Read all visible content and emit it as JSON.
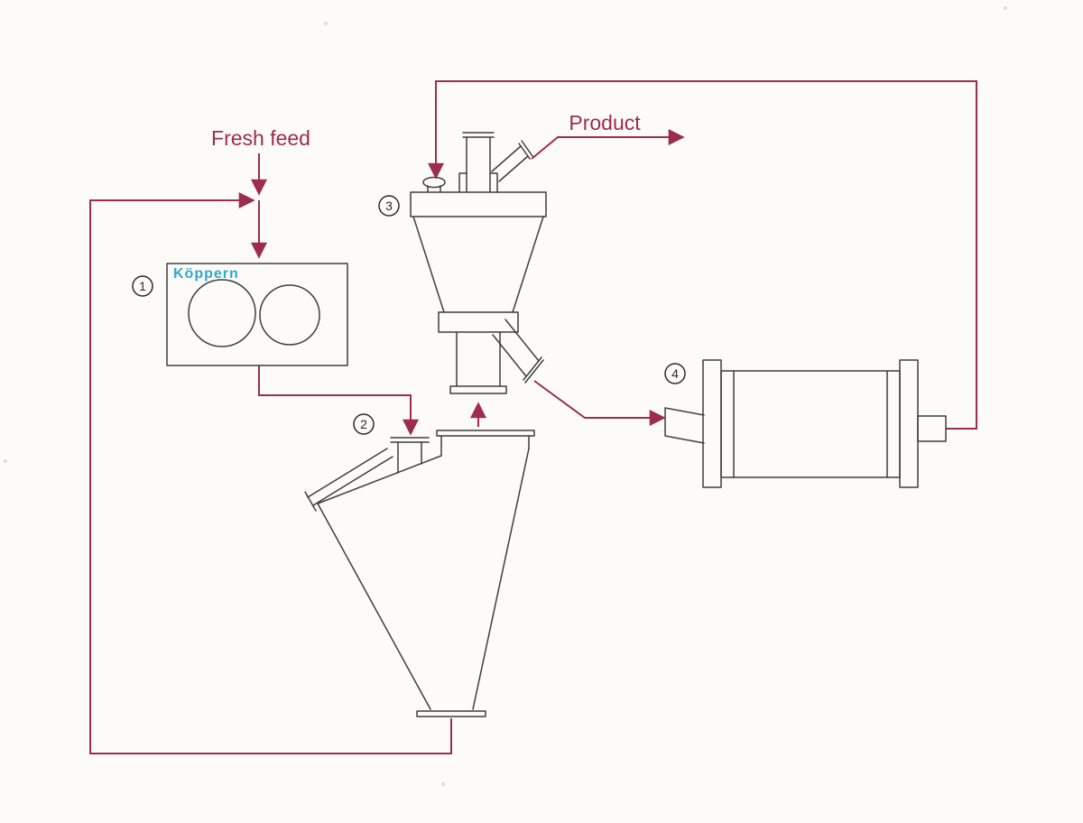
{
  "colors": {
    "flow": "#9c2d4f",
    "equipment": "#3f3e3a",
    "brand": "#2fa9cb",
    "badge": "#2a2a28",
    "background": "#fcfbf7",
    "artifact": "#cfccc4"
  },
  "diagram": {
    "labels": {
      "fresh_feed": "Fresh feed",
      "product": "Product"
    },
    "brand": "Köppern",
    "badges": [
      "1",
      "2",
      "3",
      "4"
    ]
  }
}
